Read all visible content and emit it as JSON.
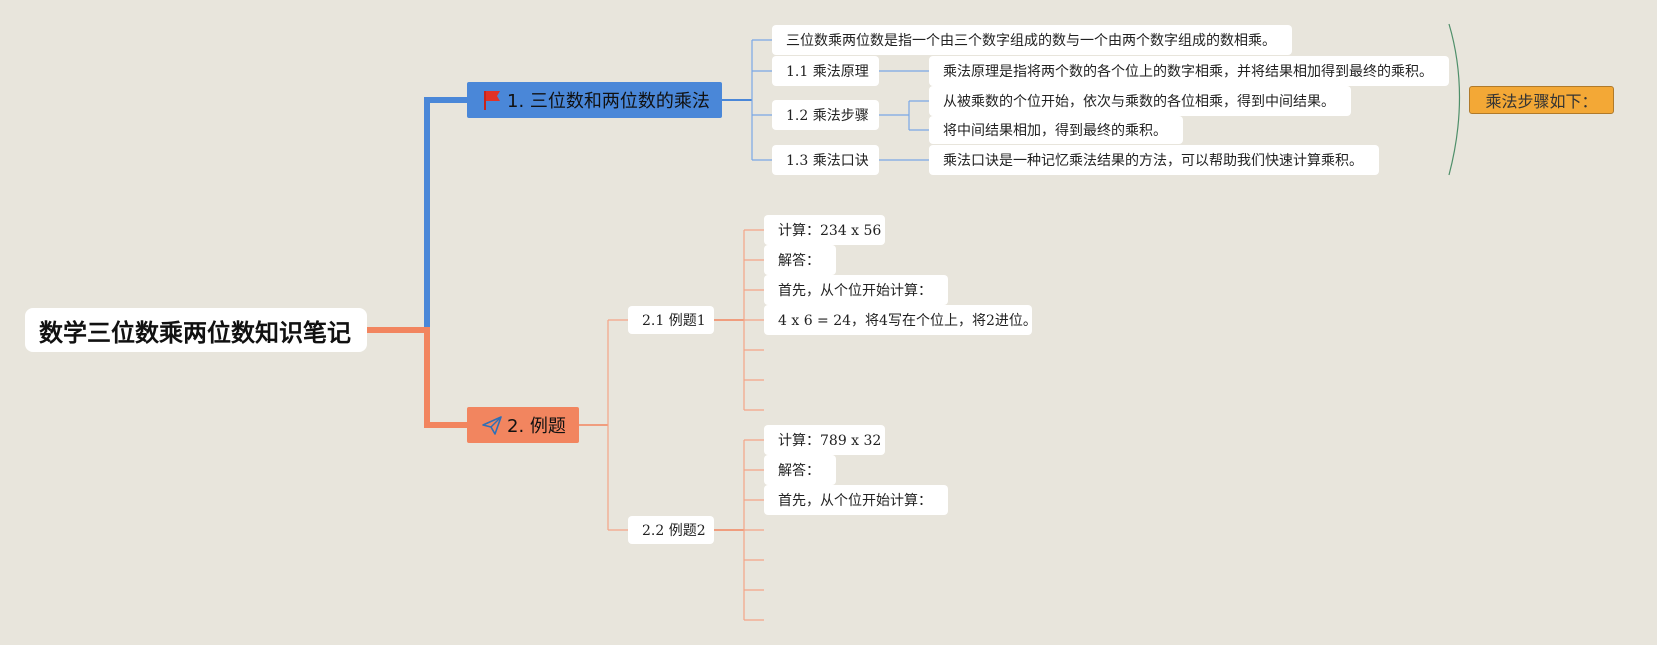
{
  "root": {
    "title": "数学三位数乘两位数知识笔记"
  },
  "colors": {
    "background": "#e8e5dc",
    "branch_blue": "#4a87d8",
    "branch_orange": "#f2855f",
    "summary": "#f3a836",
    "summary_bracket": "#4f8f6a"
  },
  "branch1": {
    "title": "1. 三位数和两位数的乘法",
    "icon": "red-flag-icon",
    "intro": "三位数乘两位数是指一个由三个数字组成的数与一个由两个数字组成的数相乘。",
    "items": [
      {
        "label": "1.1 乘法原理",
        "details": [
          "乘法原理是指将两个数的各个位上的数字相乘，并将结果相加得到最终的乘积。"
        ]
      },
      {
        "label": "1.2 乘法步骤",
        "details": [
          "从被乘数的个位开始，依次与乘数的各位相乘，得到中间结果。",
          "将中间结果相加，得到最终的乘积。"
        ]
      },
      {
        "label": "1.3 乘法口诀",
        "details": [
          "乘法口诀是一种记忆乘法结果的方法，可以帮助我们快速计算乘积。"
        ]
      }
    ],
    "summary": "乘法步骤如下："
  },
  "branch2": {
    "title": "2. 例题",
    "icon": "paper-plane-icon",
    "examples": [
      {
        "label": "2.1 例题1",
        "steps": [
          "计算：234 x 56",
          "解答：",
          "首先，从个位开始计算：",
          "4 x 6 = 24，将4写在个位上，将2进位。",
          "",
          ""
        ]
      },
      {
        "label": "2.2 例题2",
        "steps": [
          "计算：789 x 32",
          "解答：",
          "首先，从个位开始计算：",
          "",
          "",
          ""
        ]
      }
    ]
  }
}
